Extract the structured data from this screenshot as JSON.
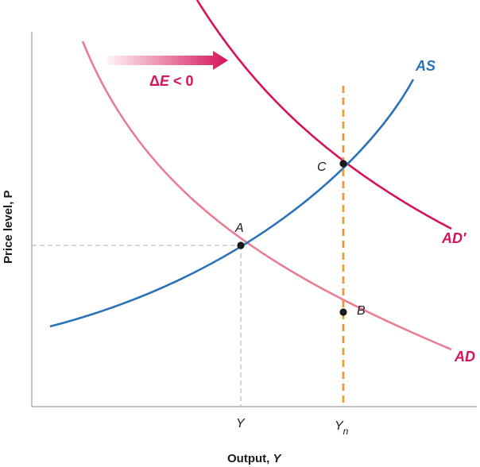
{
  "axes": {
    "x_label_main": "Output, ",
    "x_label_var": "Y",
    "y_label": "Price level, P"
  },
  "curves": {
    "as_label": "AS",
    "ad_label": "AD",
    "ad_prime_label": "AD′"
  },
  "points": {
    "a": "A",
    "b": "B",
    "c": "C"
  },
  "ticks": {
    "y": "Y",
    "yn_main": "Y",
    "yn_sub": "n"
  },
  "shift": {
    "delta": "Δ",
    "var": "E",
    "rest": " < 0"
  },
  "colors": {
    "as": "#2a72b8",
    "ad": "#e87d94",
    "ad_prime": "#d4145a",
    "vertical_yn": "#f0932b",
    "guides": "#bdbdbd",
    "axis": "#9e9e9e",
    "arrow": "#d4145a"
  }
}
